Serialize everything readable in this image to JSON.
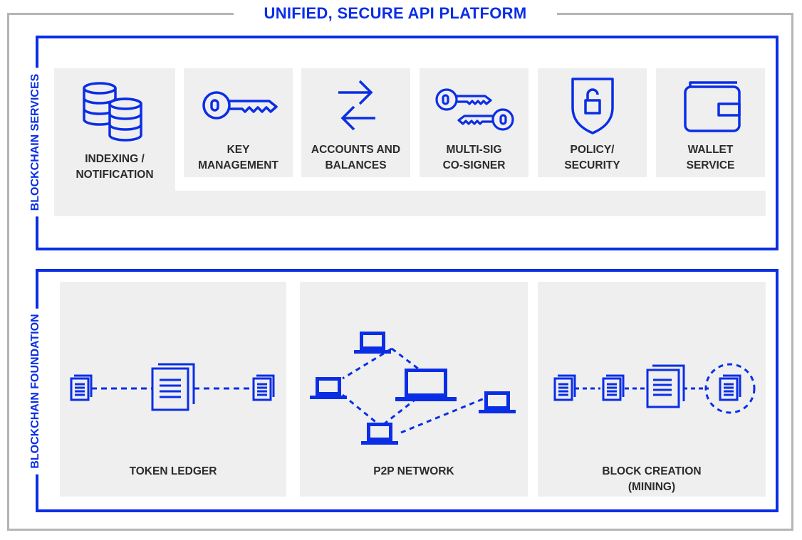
{
  "title": "UNIFIED, SECURE API PLATFORM",
  "sections": {
    "services": {
      "label": "BLOCKCHAIN SERVICES"
    },
    "foundation": {
      "label": "BLOCKCHAIN FOUNDATION"
    }
  },
  "services": [
    {
      "line1": "INDEXING /",
      "line2": "NOTIFICATION",
      "icon": "database-icon"
    },
    {
      "line1": "KEY",
      "line2": "MANAGEMENT",
      "icon": "key-icon"
    },
    {
      "line1": "ACCOUNTS AND",
      "line2": "BALANCES",
      "icon": "transfer-arrows-icon"
    },
    {
      "line1": "MULTI-SIG",
      "line2": "CO-SIGNER",
      "icon": "double-key-icon"
    },
    {
      "line1": "POLICY/",
      "line2": "SECURITY",
      "icon": "shield-lock-icon"
    },
    {
      "line1": "WALLET",
      "line2": "SERVICE",
      "icon": "wallet-icon"
    }
  ],
  "foundation": [
    {
      "line1": "TOKEN LEDGER",
      "line2": "",
      "icon": "ledger-chain-icon"
    },
    {
      "line1": "P2P NETWORK",
      "line2": "",
      "icon": "network-laptops-icon"
    },
    {
      "line1": "BLOCK CREATION",
      "line2": "(MINING)",
      "icon": "block-chain-mining-icon"
    }
  ],
  "colors": {
    "accent": "#0a2ee6",
    "tile": "#efefef",
    "frame": "#b5b5b5",
    "text": "#2b2b2b"
  }
}
